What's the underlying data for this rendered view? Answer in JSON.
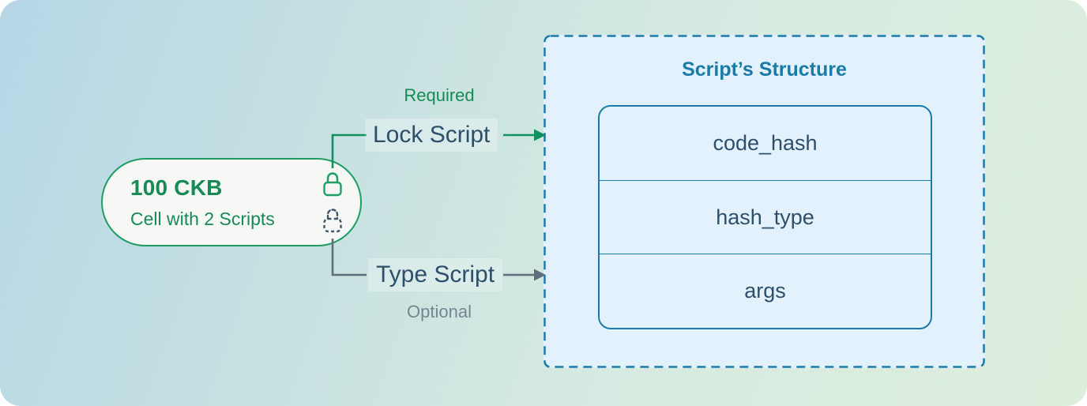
{
  "diagram": {
    "cell": {
      "title": "100 CKB",
      "subtitle": "Cell with 2 Scripts",
      "icons": [
        "lock-icon",
        "dashed-lock-icon"
      ]
    },
    "lock_script": {
      "label": "Lock Script",
      "annotation": "Required"
    },
    "type_script": {
      "label": "Type Script",
      "annotation": "Optional"
    },
    "structure": {
      "title": "Script’s Structure",
      "fields": [
        "code_hash",
        "hash_type",
        "args"
      ]
    },
    "colors": {
      "green_accent": "#1f9d65",
      "green_text": "#178a56",
      "navy_text": "#2d4f6b",
      "gray_line": "#5d6f7b",
      "gray_text": "#76858f",
      "blue_accent": "#1a7ba9",
      "box_fill": "#e3f1fc",
      "pill_fill": "#f7f8f6"
    }
  }
}
